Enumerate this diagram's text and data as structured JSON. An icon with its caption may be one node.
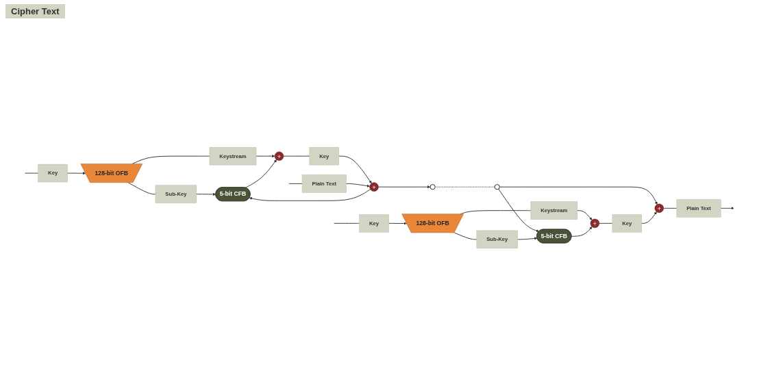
{
  "diagram": {
    "nodes": [
      {
        "text": [
          "Key"
        ]
      },
      {
        "text": [
          "128-bit OFB"
        ]
      },
      {
        "text": [
          "Sub-Key"
        ]
      },
      {
        "text": [
          "Keystream"
        ]
      },
      {
        "text": [
          "+"
        ]
      },
      {
        "text": [
          "Key"
        ]
      },
      {
        "text": [
          "Plain Text"
        ]
      },
      {
        "text": [
          "+"
        ]
      },
      {
        "text": [
          "5-bit CFB"
        ]
      },
      {
        "text": [],
        "shape": "circle"
      },
      {
        "text": [],
        "shape": "circle"
      },
      {
        "text": [
          "Key"
        ]
      },
      {
        "text": [
          "128-bit OFB"
        ]
      },
      {
        "text": [
          "Sub-Key"
        ]
      },
      {
        "text": [
          "Keystream"
        ]
      },
      {
        "text": [
          "+"
        ]
      },
      {
        "text": [
          "Key"
        ]
      },
      {
        "text": [
          "+"
        ]
      },
      {
        "text": [
          "Plain Text"
        ]
      },
      {
        "text": [
          "5-bit CFB"
        ]
      }
    ],
    "edges": [
      {
        "from": null,
        "to": 0,
        "arrow": "none"
      },
      {
        "from": 0,
        "to": 1,
        "arrow": "to"
      },
      {
        "from": 1,
        "to": 2,
        "arrow": "none"
      },
      {
        "from": 2,
        "to": 8,
        "arrow": "to"
      },
      {
        "from": 1,
        "to": 3,
        "arrow": "none"
      },
      {
        "from": 3,
        "to": 4,
        "arrow": "to"
      },
      {
        "from": 8,
        "to": 4,
        "arrow": "to"
      },
      {
        "from": 4,
        "to": 5,
        "arrow": "none"
      },
      {
        "from": 5,
        "to": 7,
        "arrow": "to"
      },
      {
        "from": null,
        "to": 6,
        "arrow": "none"
      },
      {
        "from": 6,
        "to": 7,
        "arrow": "to"
      },
      {
        "from": 7,
        "to": 9,
        "arrow": "to"
      },
      {
        "from": 7,
        "to": 8,
        "arrow": "to"
      },
      {
        "from": 9,
        "to": 10,
        "arrow": "none",
        "style": "dashed"
      },
      {
        "from": 10,
        "to": 17,
        "arrow": "to"
      },
      {
        "from": 10,
        "to": 19,
        "arrow": "to"
      },
      {
        "from": null,
        "to": 11,
        "arrow": "none"
      },
      {
        "from": 11,
        "to": 12,
        "arrow": "to"
      },
      {
        "from": 12,
        "to": 13,
        "arrow": "none"
      },
      {
        "from": 13,
        "to": 19,
        "arrow": "to"
      },
      {
        "from": 12,
        "to": 14,
        "arrow": "none"
      },
      {
        "from": 14,
        "to": 15,
        "arrow": "to"
      },
      {
        "from": 19,
        "to": 15,
        "arrow": "to"
      },
      {
        "from": 15,
        "to": 16,
        "arrow": "none"
      },
      {
        "from": 16,
        "to": 17,
        "arrow": "to"
      },
      {
        "from": 17,
        "to": 18,
        "arrow": "none"
      },
      {
        "from": 18,
        "to": null,
        "arrow": "to"
      }
    ],
    "labels": [
      "Cipher Text"
    ]
  }
}
